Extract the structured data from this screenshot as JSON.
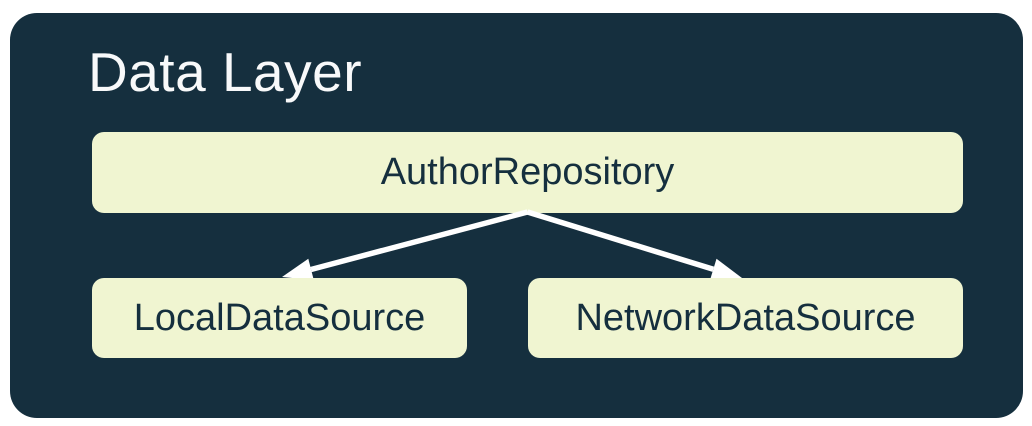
{
  "diagram": {
    "title": "Data Layer",
    "nodes": [
      {
        "id": "author-repository",
        "label": "AuthorRepository"
      },
      {
        "id": "local-data-source",
        "label": "LocalDataSource"
      },
      {
        "id": "network-data-source",
        "label": "NetworkDataSource"
      }
    ],
    "edges": [
      {
        "from": "AuthorRepository",
        "to": "LocalDataSource",
        "style": "arrow"
      },
      {
        "from": "AuthorRepository",
        "to": "NetworkDataSource",
        "style": "arrow"
      }
    ],
    "colors": {
      "page_bg": "#ffffff",
      "container_bg": "#152f3e",
      "node_bg": "#f0f5d1",
      "node_text": "#152f3e",
      "title_text": "#f8f9fa",
      "arrow": "#ffffff"
    }
  }
}
